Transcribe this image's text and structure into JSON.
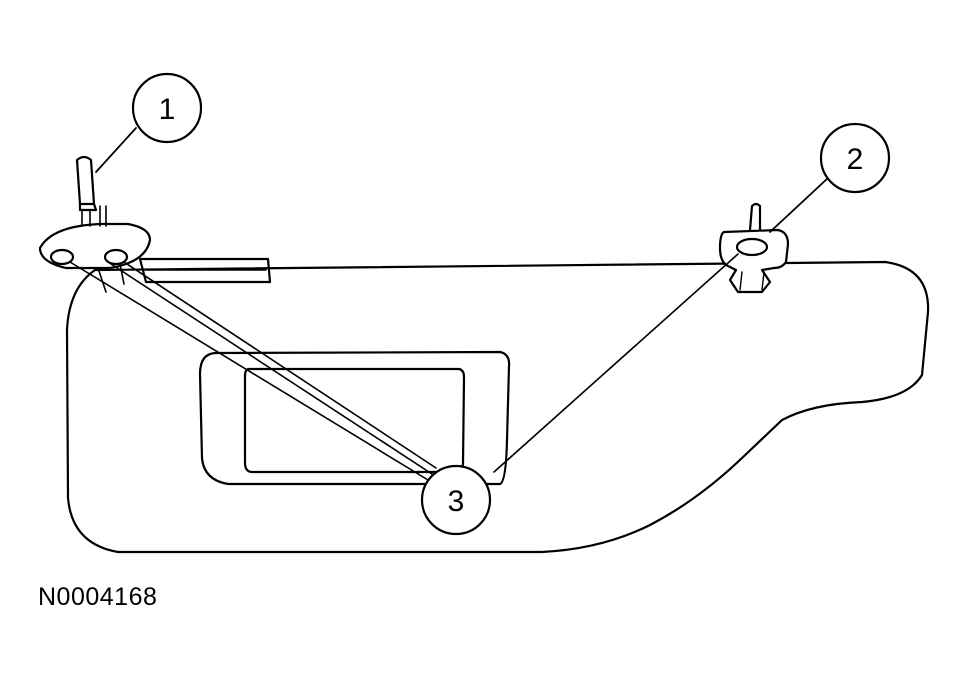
{
  "figure_id": "N0004168",
  "callouts": [
    {
      "label": "1"
    },
    {
      "label": "2"
    },
    {
      "label": "3"
    }
  ],
  "colors": {
    "line": "#000000",
    "fill": "#ffffff"
  }
}
